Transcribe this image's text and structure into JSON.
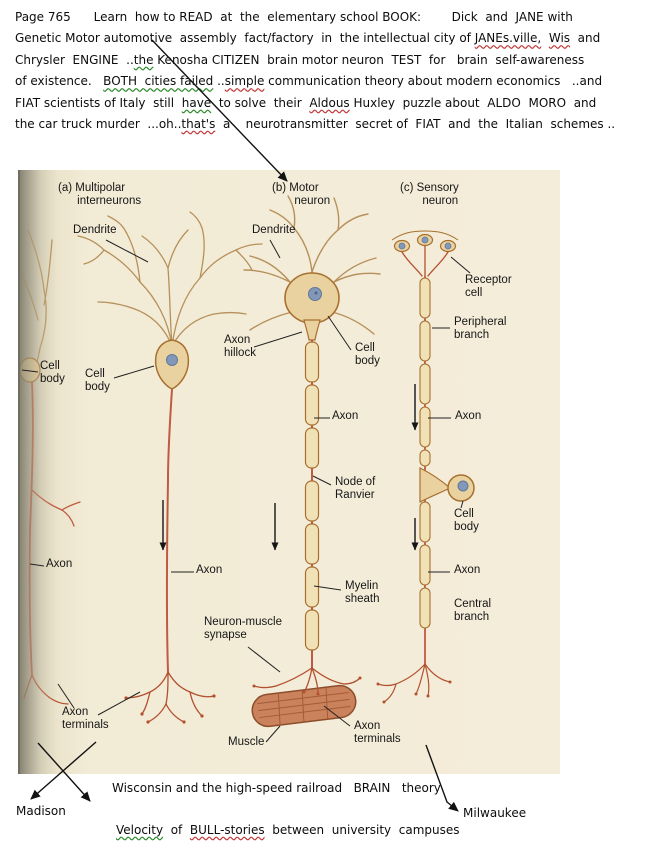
{
  "annotation": {
    "line1": {
      "s0": "Page 765      Learn  how to READ  at  the  elementary school BOOK:        Dick  and  JANE with"
    },
    "line2": {
      "s0": "Genetic Motor automotive  assembly  fact/factory  in  the intellectual city of ",
      "s1": "JANEs.ville,",
      "s2": "  ",
      "s3": "Wis",
      "s4": "  and"
    },
    "line3": {
      "s0": "Chrysler  ENGINE  ..",
      "s1": "the",
      "s2": " Kenosha ",
      "s3": "CITIZEN  brain motor neuron  TEST  for   brain  self-awareness"
    },
    "line4": {
      "s0": "of existence.   ",
      "s1": "BOTH  cities failed",
      "s2": " ..",
      "s3": "simple",
      "s4": " communication theory about modern economics   ..and"
    },
    "line5": {
      "s0": "FIAT scientists of Italy  still  ",
      "s1": "have",
      "s2": "  to solve  their  ",
      "s3": "Aldous",
      "s4": " Huxley  puzzle about  ALDO  MORO  and"
    },
    "line6": {
      "s0": "the car truck murder  ...oh..",
      "s1": "that's",
      "s2": "  a    neurotransmitter  secret of  FIAT  and  the  Italian  schemes .."
    }
  },
  "diagram": {
    "title_a": "(a) Multipolar\n      interneurons",
    "title_b": "(b) Motor\n       neuron",
    "title_c": "(c) Sensory\n       neuron",
    "labels": {
      "a_dendrite": "Dendrite",
      "b_dendrite": "Dendrite",
      "receptor_cell": "Receptor\ncell",
      "peripheral_branch": "Peripheral\nbranch",
      "axon_hillock": "Axon\nhillock",
      "b_cell_body": "Cell\nbody",
      "a_cell_body": "Cell\nbody",
      "left_cell_body": "Cell\nbody",
      "b_axon": "Axon",
      "c_axon_upper": "Axon",
      "node_of_ranvier": "Node of\nRanvier",
      "c_cell_body": "Cell\nbody",
      "left_axon": "Axon",
      "a_axon": "Axon",
      "c_axon_lower": "Axon",
      "myelin_sheath": "Myelin\nsheath",
      "central_branch": "Central\nbranch",
      "synapse": "Neuron-muscle\nsynapse",
      "muscle": "Muscle",
      "b_axon_terminals": "Axon\nterminals",
      "left_axon_terminals": "Axon\nterminals"
    }
  },
  "footer": {
    "wisconsin_line": "Wisconsin and the high-speed railroad   BRAIN   theory",
    "madison": "Madison",
    "milwaukee": "Milwaukee",
    "velocity": {
      "s0": "Velocity",
      "s1": "  of  ",
      "s2": "BULL-stories",
      "s3": "  between  university  campuses"
    }
  },
  "colors": {
    "scan_background": "#f2ebd6",
    "gutter_shadow": "#8f8c7c",
    "neuron_fill": "#e9d2a0",
    "neuron_outline": "#a8702f",
    "dendrite_tan": "#b6905a",
    "axon_red": "#c05a40",
    "nucleus_blue": "#8398b8",
    "muscle_fill": "#c9825c",
    "wavy_red": "#c23a3a",
    "wavy_green": "#2e8b2e",
    "ink": "#0c0c0c"
  }
}
